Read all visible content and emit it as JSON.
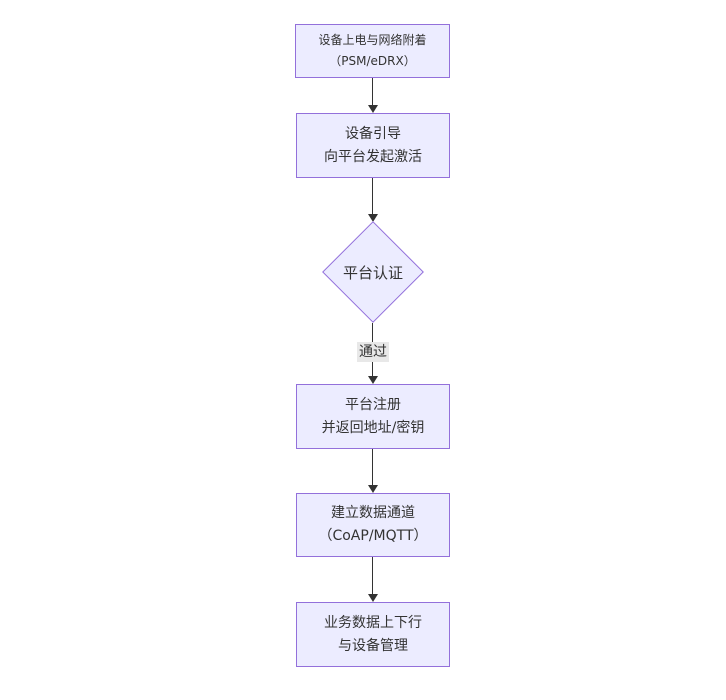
{
  "diagram": {
    "type": "flowchart",
    "direction": "top-to-bottom",
    "nodes": [
      {
        "id": "A",
        "shape": "rect",
        "lines": [
          "设备上电与网络附着",
          "（PSM/eDRX）"
        ]
      },
      {
        "id": "B",
        "shape": "rect",
        "lines": [
          "设备引导",
          "向平台发起激活"
        ]
      },
      {
        "id": "C",
        "shape": "diamond",
        "lines": [
          "平台认证"
        ]
      },
      {
        "id": "D",
        "shape": "rect",
        "lines": [
          "平台注册",
          "并返回地址/密钥"
        ]
      },
      {
        "id": "E",
        "shape": "rect",
        "lines": [
          "建立数据通道",
          "（CoAP/MQTT）"
        ]
      },
      {
        "id": "F",
        "shape": "rect",
        "lines": [
          "业务数据上下行",
          "与设备管理"
        ]
      }
    ],
    "edges": [
      {
        "from": "A",
        "to": "B",
        "label": ""
      },
      {
        "from": "B",
        "to": "C",
        "label": ""
      },
      {
        "from": "C",
        "to": "D",
        "label": "通过"
      },
      {
        "from": "D",
        "to": "E",
        "label": ""
      },
      {
        "from": "E",
        "to": "F",
        "label": ""
      }
    ],
    "colors": {
      "background": "#ffffff",
      "node_fill": "#ECECFF",
      "node_border": "#9370DB",
      "edge_line": "#333333",
      "edge_label_bg": "#e8e8e8",
      "text": "#333333"
    }
  }
}
